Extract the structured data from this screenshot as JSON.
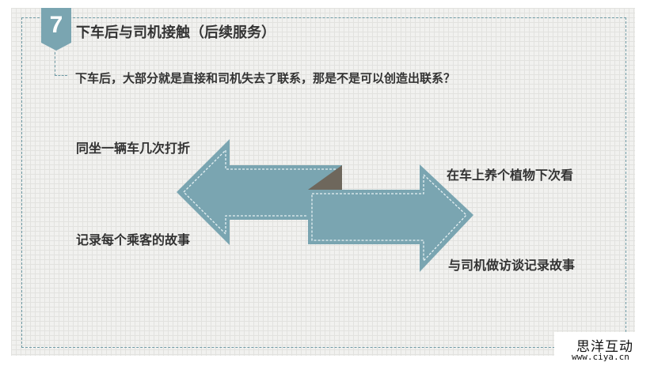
{
  "slide": {
    "number": "7",
    "title": "下车后与司机接触（后续服务）",
    "subtitle": "下车后，大部分就是直接和司机失去了联系，那是不是可以创造出联系？"
  },
  "left_arrow": {
    "direction": "left",
    "labels": [
      "同坐一辆车几次打折",
      "记录每个乘客的故事"
    ]
  },
  "right_arrow": {
    "direction": "right",
    "labels": [
      "在车上养个植物下次看",
      "与司机做访谈记录故事"
    ]
  },
  "watermark": {
    "name": "思洋互动",
    "url": "www.ciya.cn"
  },
  "colors": {
    "arrow": "#7aa5b1",
    "arrow_dash": "#e6f1f3",
    "fold": "#6e675c",
    "frame": "#6f9ba6",
    "text": "#333333"
  }
}
